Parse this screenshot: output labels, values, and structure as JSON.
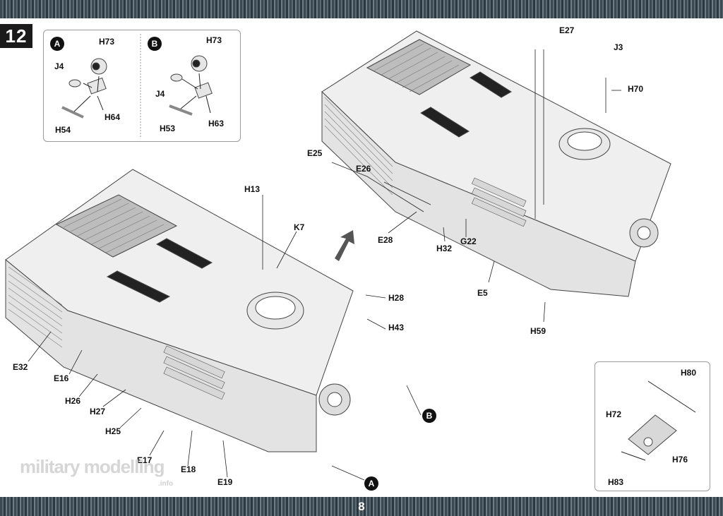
{
  "step": "12",
  "page_number": "8",
  "watermark": {
    "main": "military modelling",
    "sub": ".info"
  },
  "inset_a": {
    "marker": "A",
    "labels": [
      "H73",
      "J4",
      "H64",
      "H54"
    ]
  },
  "inset_b": {
    "marker": "B",
    "labels": [
      "H73",
      "J4",
      "H53",
      "H63"
    ]
  },
  "left_view": {
    "labels": [
      "H13",
      "K7",
      "H28",
      "H43",
      "E32",
      "E16",
      "H26",
      "H27",
      "H25",
      "E17",
      "E18",
      "E19"
    ],
    "markers": [
      "B",
      "A"
    ]
  },
  "right_view": {
    "labels": [
      "E27",
      "J3",
      "H70",
      "E25",
      "E26",
      "E28",
      "H32",
      "G22",
      "E5",
      "H59"
    ]
  },
  "detail": {
    "labels": [
      "H80",
      "H72",
      "H76",
      "H83"
    ]
  }
}
